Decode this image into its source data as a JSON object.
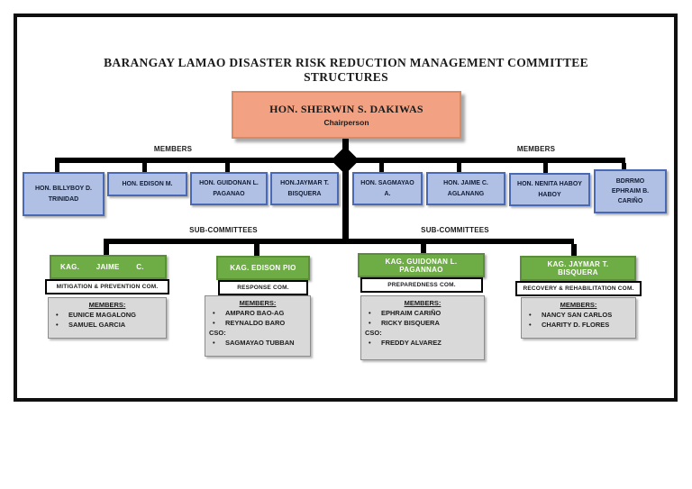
{
  "page": {
    "title_line1": "BARANGAY LAMAO DISASTER RISK REDUCTION MANAGEMENT COMMITTEE",
    "title_line2": "STRUCTURES"
  },
  "chairperson": {
    "name": "HON. SHERWIN S. DAKIWAS",
    "role": "Chairperson"
  },
  "labels": {
    "members_left": "MEMBERS",
    "members_right": "MEMBERS",
    "subcommittees_left": "SUB-COMMITTEES",
    "subcommittees_right": "SUB-COMMITTEES"
  },
  "members_row": [
    {
      "name": "HON. BILLYBOY D. TRINIDAD"
    },
    {
      "name": "HON. EDISON M."
    },
    {
      "name": "HON. GUIDONAN L. PAGANAO"
    },
    {
      "name": "HON.JAYMAR T. BISQUERA"
    },
    {
      "name": "HON. SAGMAYAO A."
    },
    {
      "name": "HON. JAIME C. AGLANANG"
    },
    {
      "name": "HON. NENITA HABOY HABOY"
    },
    {
      "name": "BDRRMO EPHRAIM B. CARIÑO"
    }
  ],
  "subcommittees": [
    {
      "head": "KAG. JAIME C.",
      "committee": "MITIGATION & PREVENTION COM.",
      "members_label": "MEMBERS:",
      "members": [
        "EUNICE MAGALONG",
        "SAMUEL GARCIA"
      ]
    },
    {
      "head": "KAG. EDISON PIO",
      "committee": "RESPONSE COM.",
      "members_label": "MEMBERS:",
      "members": [
        "AMPARO BAO-AG",
        "REYNALDO BARO"
      ],
      "cso_label": "CSO:",
      "cso_members": [
        "SAGMAYAO TUBBAN"
      ]
    },
    {
      "head": "KAG. GUIDONAN L. PAGANNAO",
      "committee": "PREPAREDNESS COM.",
      "members_label": "MEMBERS:",
      "members": [
        "EPHRAIM CARIÑO",
        "RICKY BISQUERA"
      ],
      "cso_label": "CSO:",
      "cso_members": [
        "FREDDY ALVAREZ"
      ]
    },
    {
      "head": "KAG. JAYMAR T. BISQUERA",
      "committee": "RECOVERY & REHABILITATION COM.",
      "members_label": "MEMBERS:",
      "members": [
        "NANCY SAN CARLOS",
        "CHARITY D. FLORES"
      ]
    }
  ],
  "colors": {
    "chairperson_fill": "#F2A283",
    "member_box_fill": "#AFC0E4",
    "member_box_border": "#4A69B5",
    "subcommittee_head_fill": "#6EAD46",
    "committee_label_fill": "#FFFFFF",
    "members_list_fill": "#D9D9D9",
    "connector": "#000000"
  },
  "bullet_glyph": "•"
}
